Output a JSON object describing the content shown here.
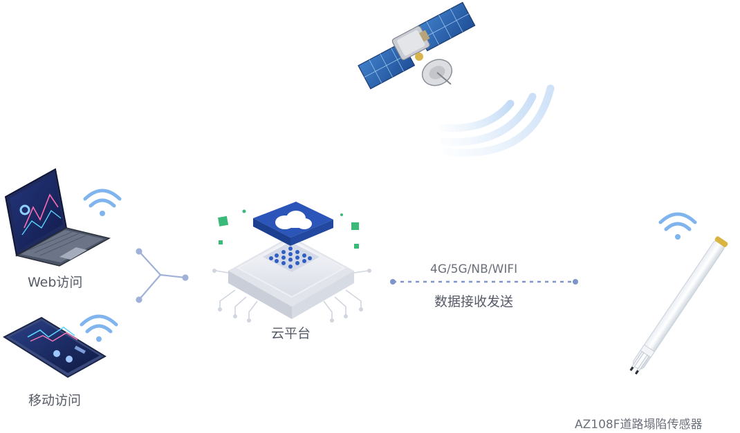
{
  "labels": {
    "web_access": "Web访问",
    "mobile_access": "移动访问",
    "cloud_platform": "云平台",
    "link_protocols": "4G/5G/NB/WIFI",
    "link_desc": "数据接收发送",
    "sensor_name": "AZ108F道路塌陷传感器"
  },
  "colors": {
    "text": "#555a66",
    "link_blue": "#7d95c8",
    "wifi_blue": "#7fb4ee",
    "cloud_blue": "#2b55b8",
    "accent_green": "#3bb979"
  },
  "icons": [
    "laptop-icon",
    "smartphone-icon",
    "wifi-icon",
    "cloud-platform-icon",
    "satellite-icon",
    "signal-waves-icon",
    "sensor-pole-icon",
    "connector-icon"
  ]
}
